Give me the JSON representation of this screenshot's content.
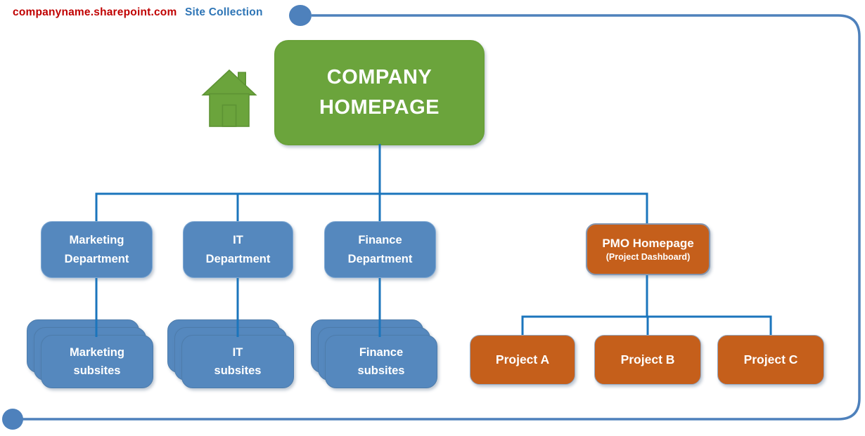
{
  "header": {
    "domain": "companyname.sharepoint.com",
    "label": "Site Collection"
  },
  "root": {
    "label": "COMPANY\nHOMEPAGE"
  },
  "departments": [
    {
      "label": "Marketing\nDepartment"
    },
    {
      "label": "IT\nDepartment"
    },
    {
      "label": "Finance\nDepartment"
    }
  ],
  "subsites": [
    {
      "label": "Marketing\nsubsites"
    },
    {
      "label": "IT\nsubsites"
    },
    {
      "label": "Finance\nsubsites"
    }
  ],
  "pmo": {
    "label": "PMO Homepage",
    "sublabel": "(Project Dashboard)"
  },
  "projects": [
    {
      "label": "Project A"
    },
    {
      "label": "Project B"
    },
    {
      "label": "Project C"
    }
  ],
  "icons": {
    "home": "house-icon"
  },
  "colors": {
    "homepage_green": "#6ba43c",
    "department_blue": "#5588be",
    "accent_orange": "#c55f1b",
    "connector_blue": "#1b75bc",
    "frame_blue": "#4e81bc",
    "domain_red": "#c00000",
    "collection_blue": "#2e75b6",
    "text_white": "#ffffff"
  }
}
